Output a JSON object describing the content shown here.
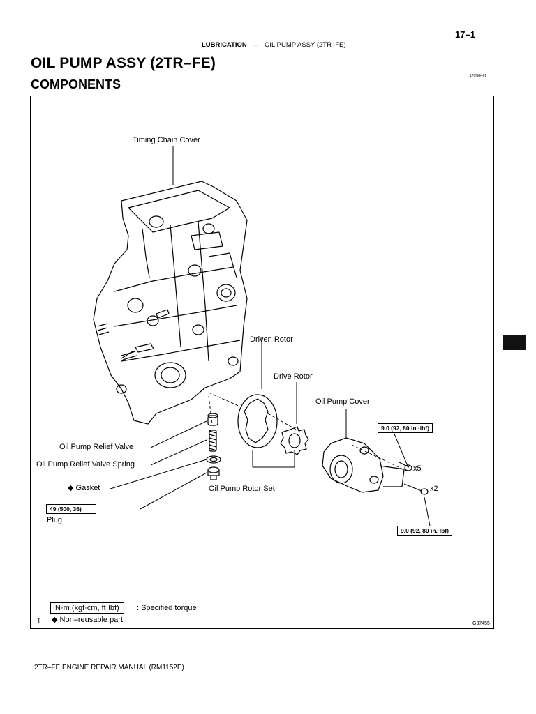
{
  "header": {
    "page_number": "17–1",
    "section": "LUBRICATION",
    "section_sep": "–",
    "section_sub": "OIL PUMP ASSY (2TR–FE)"
  },
  "title": "OIL PUMP ASSY (2TR–FE)",
  "subtitle": "COMPONENTS",
  "figure_code": "170NG–01",
  "labels": {
    "timing_chain_cover": "Timing Chain Cover",
    "driven_rotor": "Driven Rotor",
    "drive_rotor": "Drive Rotor",
    "oil_pump_cover": "Oil Pump Cover",
    "relief_valve": "Oil Pump Relief Valve",
    "relief_valve_spring": "Oil Pump Relief Valve Spring",
    "gasket": "◆ Gasket",
    "rotor_set": "Oil Pump Rotor Set",
    "plug": "Plug",
    "x5": "x5",
    "x2": "x2"
  },
  "torques": {
    "cover_upper": "9.0 (92, 80 in.·lbf)",
    "cover_lower": "9.0 (92, 80 in.·lbf)",
    "plug": "49 (500, 36)"
  },
  "legend": {
    "torque_unit": "N·m (kgf·cm, ft·lbf)",
    "torque_desc": ": Specified torque",
    "non_reusable": "◆ Non–reusable part",
    "t_mark": "T"
  },
  "illustration_id": "G37455",
  "footer": "2TR–FE ENGINE REPAIR MANUAL   (RM1152E)"
}
